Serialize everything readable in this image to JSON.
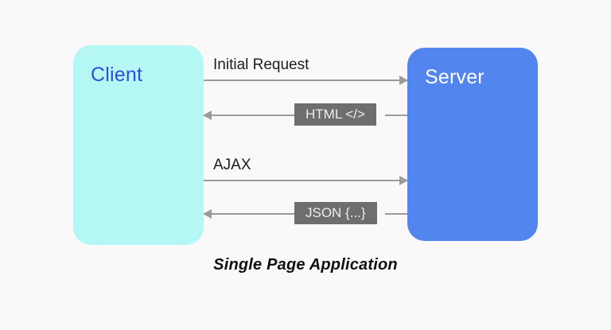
{
  "diagram": {
    "caption": "Single Page Application",
    "background_color": "#faf8f9",
    "nodes": [
      {
        "id": "client",
        "label": "Client",
        "fill_color": "#b5f7f5",
        "text_color": "#2f4fdb"
      },
      {
        "id": "server",
        "label": "Server",
        "fill_color": "#5285ee",
        "text_color": "#ffffff"
      }
    ],
    "flows": [
      {
        "id": "initial-request",
        "label": "Initial Request",
        "direction": "client-to-server",
        "badge": null,
        "line_color": "#9b9b9b"
      },
      {
        "id": "html-response",
        "label": "",
        "direction": "server-to-client",
        "badge": "HTML </>",
        "line_color": "#9b9b9b",
        "badge_color": "#6e6e6e",
        "badge_text_color": "#ededed"
      },
      {
        "id": "ajax-request",
        "label": "AJAX",
        "direction": "client-to-server",
        "badge": null,
        "line_color": "#9b9b9b"
      },
      {
        "id": "json-response",
        "label": "",
        "direction": "server-to-client",
        "badge": "JSON {...}",
        "line_color": "#9b9b9b",
        "badge_color": "#6e6e6e",
        "badge_text_color": "#ededed"
      }
    ]
  }
}
